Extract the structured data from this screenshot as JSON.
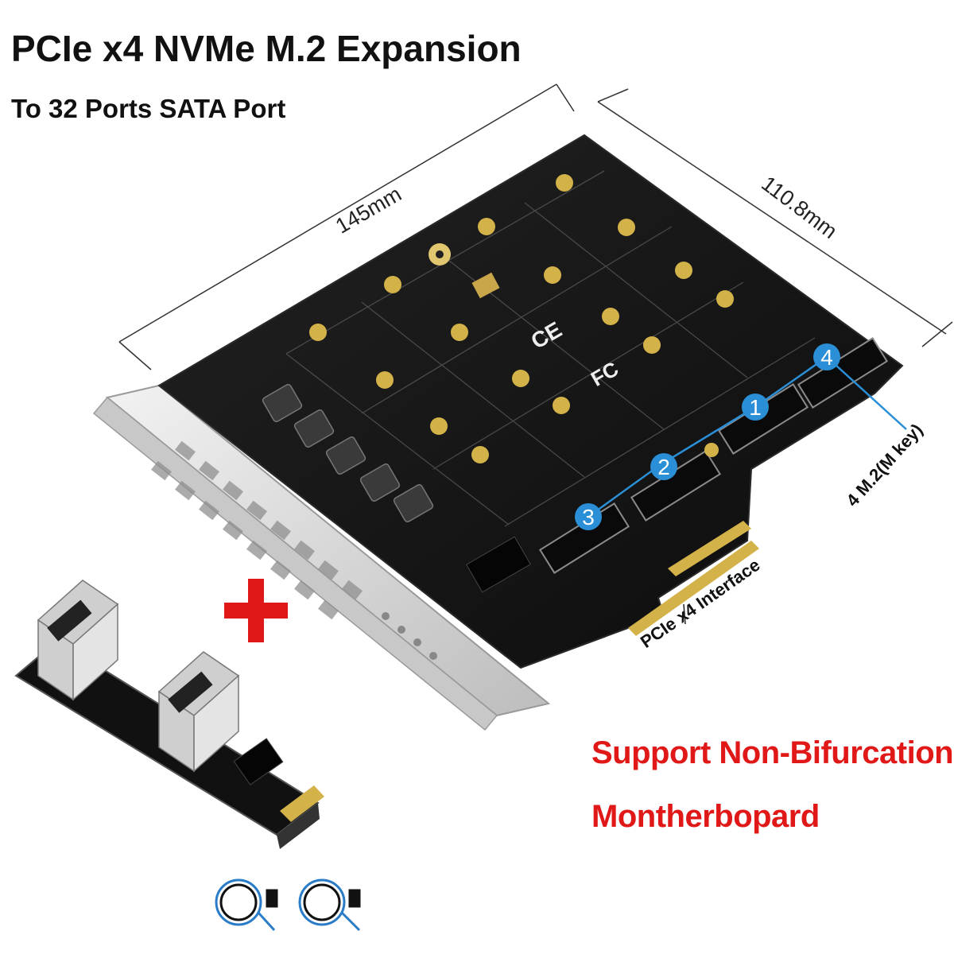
{
  "heading": {
    "title": "PCIe x4 NVMe M.2 Expansion",
    "subtitle": "To 32 Ports SATA Port"
  },
  "dimensions": {
    "length": "145mm",
    "width": "110.8mm"
  },
  "slot_numbers": [
    "1",
    "2",
    "3",
    "4"
  ],
  "labels": {
    "m2_slots": "4 M.2(M key)",
    "pcie_interface": "PCIe x4 Interface",
    "board_marks": {
      "ce": "CE",
      "fc": "FC"
    }
  },
  "notes": {
    "line1": "Support Non-Bifurcation",
    "line2": "Montherbopard"
  },
  "colors": {
    "pcb": "#141414",
    "pcb_edge": "#2a2a2a",
    "gold": "#d4b24a",
    "callout_blue": "#2a8fd6",
    "bracket": "#d9d9d9",
    "accent_red": "#e01818"
  },
  "icons": {
    "plus": "red-plus-icon",
    "cables": "sata-cable-icon"
  }
}
